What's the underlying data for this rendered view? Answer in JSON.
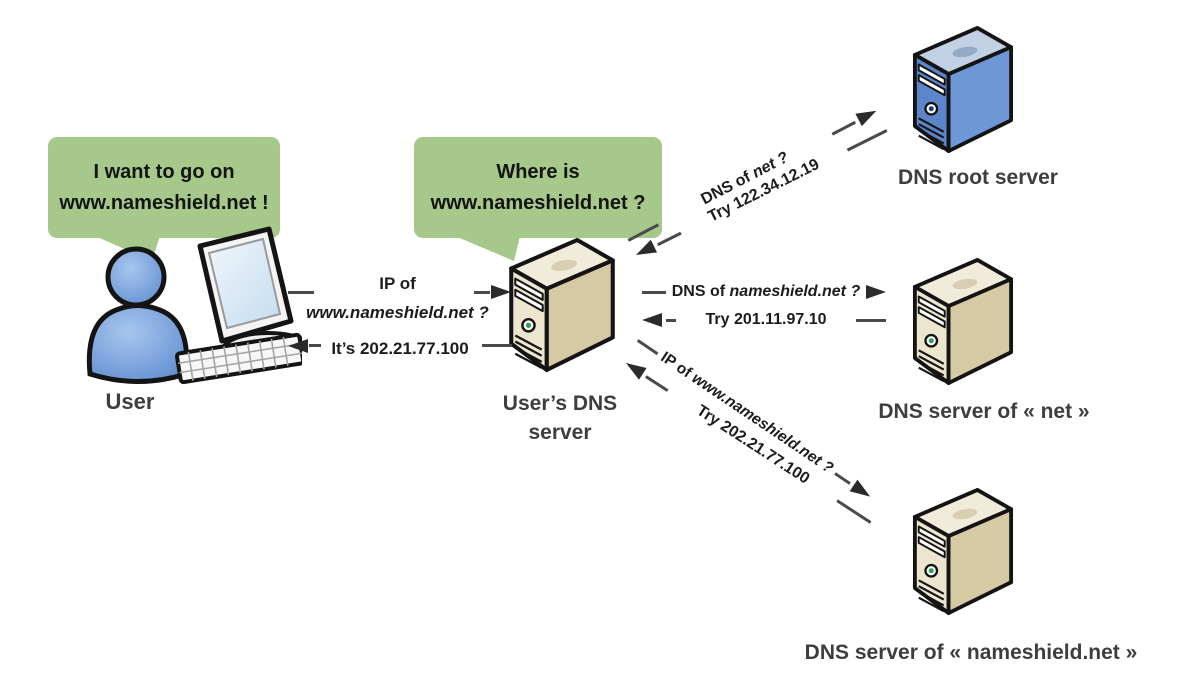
{
  "bubbles": {
    "user": {
      "line1": "I want to go on",
      "line2": "www.nameshield.net !"
    },
    "dns": {
      "line1": "Where is",
      "line2": "www.nameshield.net ?"
    }
  },
  "nodes": {
    "user": "User",
    "user_dns_line1": "User’s DNS",
    "user_dns_line2": "server",
    "root": "DNS root server",
    "net": "DNS server of « net »",
    "nameshield": "DNS server of « nameshield.net »"
  },
  "messages": {
    "user_request_line1": "IP of",
    "user_request_line2": "www.nameshield.net ?",
    "user_response": "It’s 202.21.77.100",
    "root_request_prefix": "DNS of ",
    "root_request_domain": "net ?",
    "root_response": "Try 122.34.12.19",
    "net_request_prefix": "DNS of ",
    "net_request_domain": "nameshield.net ?",
    "net_response": "Try 201.11.97.10",
    "nameshield_request_prefix": "IP of ",
    "nameshield_request_domain": "www.nameshield.net ?",
    "nameshield_response": "Try 202.21.77.100"
  },
  "colors": {
    "bubble_green": "#A6C88B",
    "label_gray": "#3E3E3E",
    "arrow_dark": "#2B2B2B",
    "server_beige": "#EDE6CE",
    "server_blue": "#6E97D6",
    "person_blue": "#6F9BD8"
  }
}
